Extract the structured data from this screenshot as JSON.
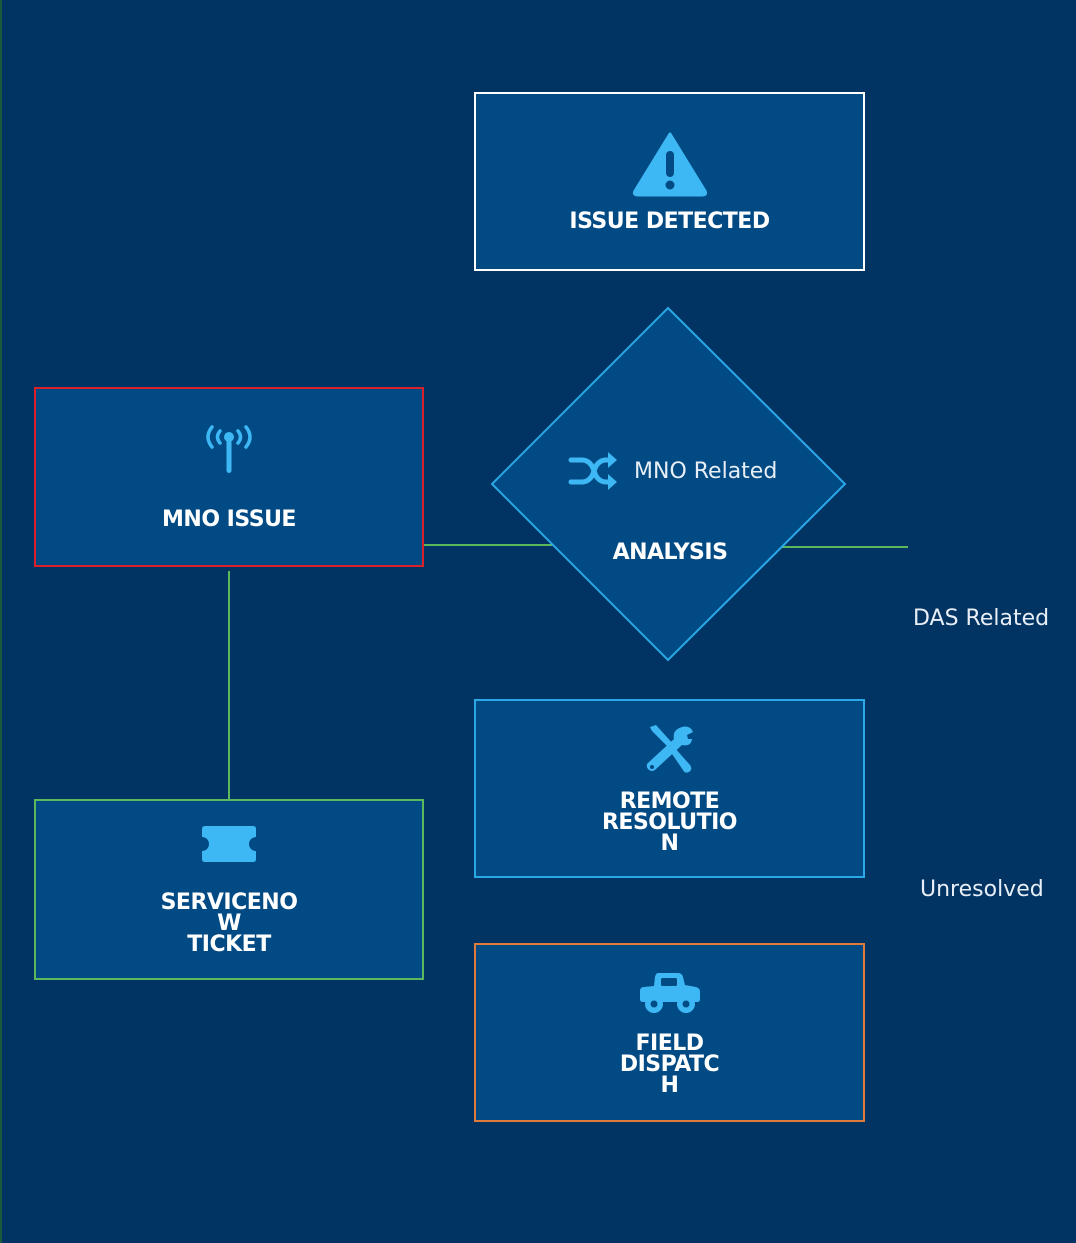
{
  "nodes": {
    "issue_detected": {
      "label": "ISSUE DETECTED",
      "icon": "warning-triangle-icon",
      "border_color": "#ffffff"
    },
    "analysis": {
      "label": "ANALYSIS",
      "icon": "shuffle-icon",
      "border_color": "#2aa8e8"
    },
    "mno_issue": {
      "label": "MNO ISSUE",
      "icon": "antenna-signal-icon",
      "border_color": "#d9202b"
    },
    "servicenow_ticket": {
      "label": "SERVICENO\nW\nTICKET",
      "icon": "ticket-icon",
      "border_color": "#5cb85c"
    },
    "remote_resolution": {
      "label": "REMOTE\nRESOLUTIO\nN",
      "icon": "tools-icon",
      "border_color": "#2aa8e8"
    },
    "field_dispatch": {
      "label": "FIELD\nDISPATC\nH",
      "icon": "truck-icon",
      "border_color": "#e07b3c"
    }
  },
  "edges": {
    "mno_related": "MNO Related",
    "das_related": "DAS Related",
    "unresolved": "Unresolved"
  },
  "colors": {
    "background": "#023463",
    "node_fill": "#024a84",
    "icon": "#3db8f5",
    "connector": "#5cb85c",
    "text": "#ffffff"
  }
}
